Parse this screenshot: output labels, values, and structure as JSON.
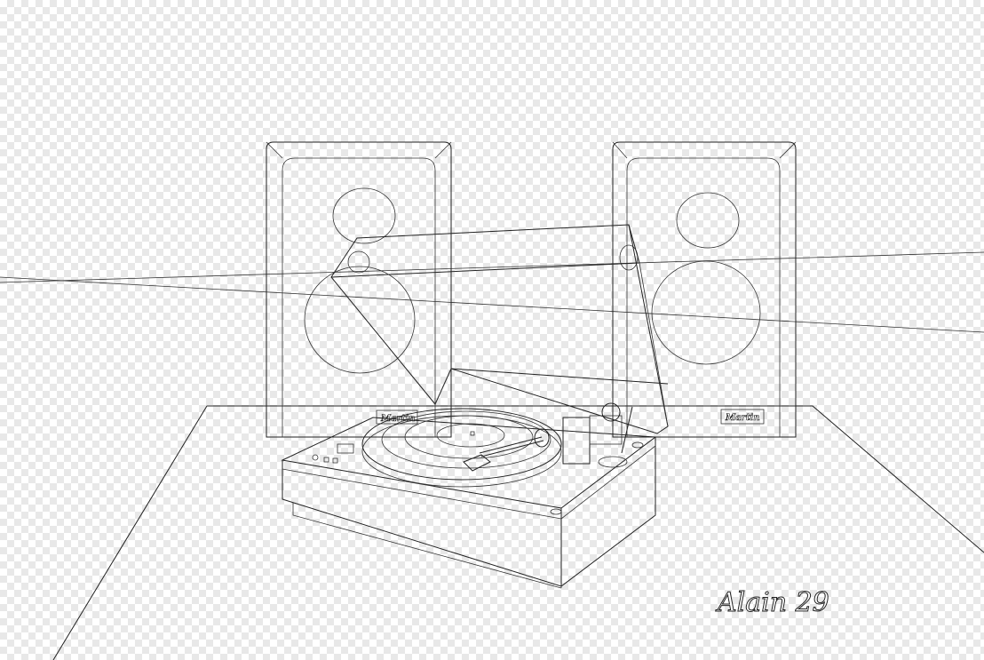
{
  "drawing": {
    "left_speaker": {
      "brand_label": "Martin"
    },
    "right_speaker": {
      "brand_label": "Martin"
    },
    "signature": "Alain 29",
    "line_color": "#222222",
    "background": "transparent-checkerboard"
  }
}
